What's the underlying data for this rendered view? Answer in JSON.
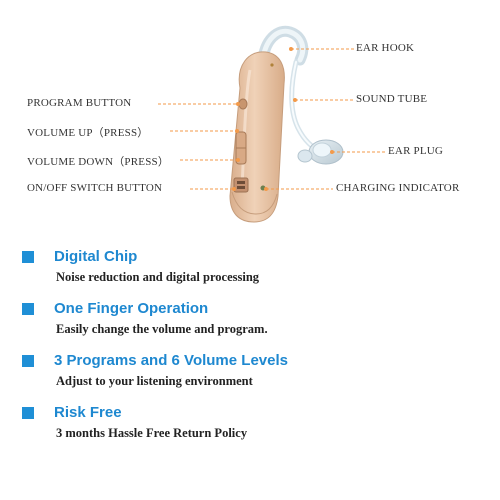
{
  "colors": {
    "accent": "#1f8fd6",
    "leader_line": "#f39a4a",
    "device_body": "#e8c4a6",
    "title_blue": "#1e88d0"
  },
  "diagram": {
    "labels": {
      "ear_hook": "EAR HOOK",
      "sound_tube": "SOUND TUBE",
      "ear_plug": "EAR PLUG",
      "charging_indicator": "CHARGING INDICATOR",
      "program_button": "PROGRAM  BUTTON",
      "volume_up": "VOLUME UP（PRESS）",
      "volume_down": "VOLUME DOWN（PRESS）",
      "on_off_switch": "ON/OFF SWITCH BUTTON"
    }
  },
  "features": [
    {
      "title": "Digital Chip",
      "description": "Noise reduction and digital processing"
    },
    {
      "title": "One Finger Operation",
      "description": "Easily change the volume and program."
    },
    {
      "title": "3 Programs and 6 Volume Levels",
      "description": "Adjust to your listening environment"
    },
    {
      "title": "Risk Free",
      "description": "3 months Hassle Free Return Policy"
    }
  ]
}
